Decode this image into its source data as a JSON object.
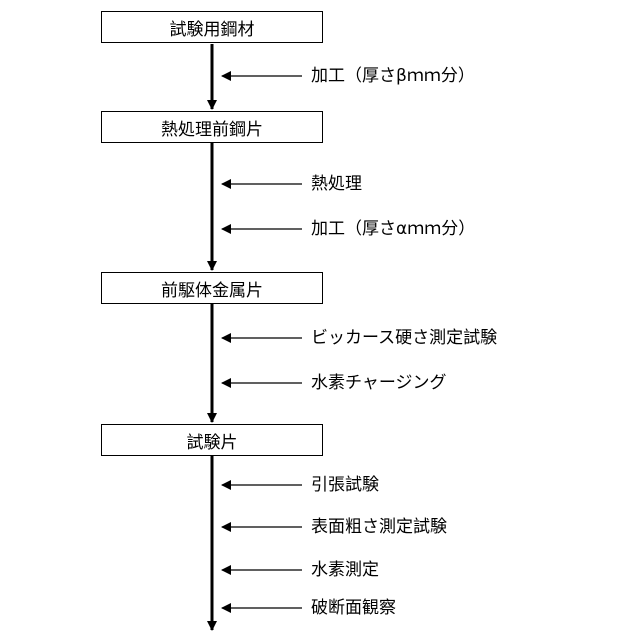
{
  "boxes": [
    "試験用鋼材",
    "熱処理前鋼片",
    "前駆体金属片",
    "試験片"
  ],
  "steps": [
    "加工（厚さβｍｍ分）",
    "熱処理",
    "加工（厚さαｍｍ分）",
    "ビッカース硬さ測定試験",
    "水素チャージング",
    "引張試験",
    "表面粗さ測定試験",
    "水素測定",
    "破断面観察"
  ]
}
